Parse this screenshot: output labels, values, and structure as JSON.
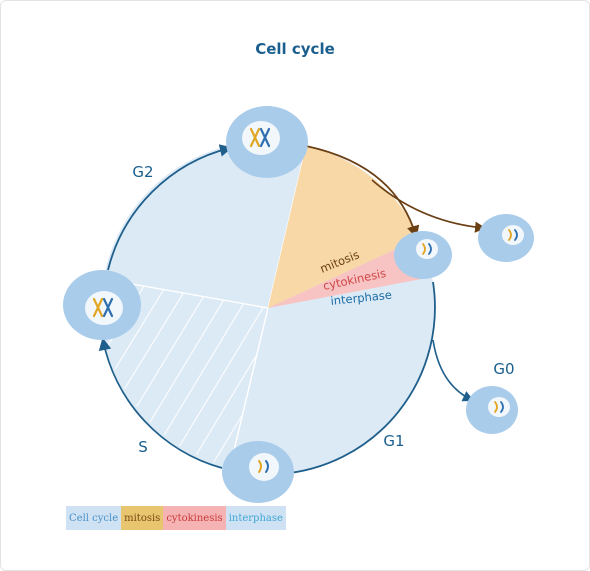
{
  "title": "Cell cycle",
  "phase_labels": {
    "g2": "G2",
    "s": "S",
    "g1": "G1",
    "g0": "G0"
  },
  "segment_labels": {
    "mitosis": "mitosis",
    "cytokinesis": "cytokinesis",
    "interphase": "interphase"
  },
  "legend": [
    {
      "label": "Cell cycle",
      "bg": "#cfe2f3",
      "fg": "#4a90c8"
    },
    {
      "label": "mitosis",
      "bg": "#e8c56f",
      "fg": "#7a4a12"
    },
    {
      "label": "cytokinesis",
      "bg": "#f5b3b3",
      "fg": "#c93a3a"
    },
    {
      "label": "interphase",
      "bg": "#cfe2f3",
      "fg": "#3fa7d6"
    }
  ],
  "colors": {
    "title": "#1a5f8e",
    "circle_fill": "#dceaf6",
    "mitosis_fill": "#f8d8a7",
    "cytokinesis_fill": "#f8c3c3",
    "cell_fill": "#a9cceb",
    "nucleus_fill": "#f2f7fb",
    "cycle_arrow": "#1f5f8b",
    "mitosis_arrow": "#6b3f14",
    "mitosis_text": "#6b3f14",
    "cytokinesis_text": "#d04646",
    "interphase_text": "#1e6ea5",
    "chromosome_gold": "#e0a624",
    "chromosome_blue": "#2f6fb0"
  }
}
